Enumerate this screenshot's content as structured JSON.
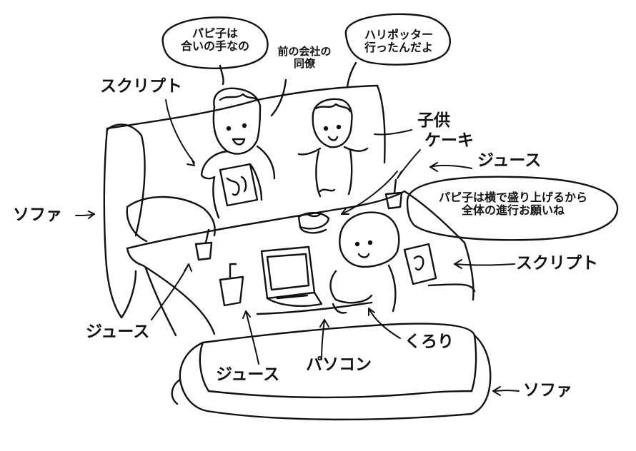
{
  "ink_color": "#111111",
  "paper_color": "#ffffff",
  "speech": {
    "papiko_line1": "パピ子は",
    "papiko_line2": "合いの手なの",
    "coworker_line1": "前の会社の",
    "coworker_line2": "同僚",
    "harry_line1": "ハリポッター",
    "harry_line2": "行ったんだよ",
    "kurori_line1": "パピ子は横で盛り上げるから",
    "kurori_line2": "全体の進行お願いね"
  },
  "labels": {
    "script_top": "スクリプト",
    "child": "子供",
    "cake": "ケーキ",
    "juice_top": "ジュース",
    "sofa_left": "ソファ",
    "script_right": "スクリプト",
    "juice_left": "ジュース",
    "kurori": "くろり",
    "juice_bottom": "ジュース",
    "pc": "パソコン",
    "sofa_bottom": "ソファ"
  }
}
